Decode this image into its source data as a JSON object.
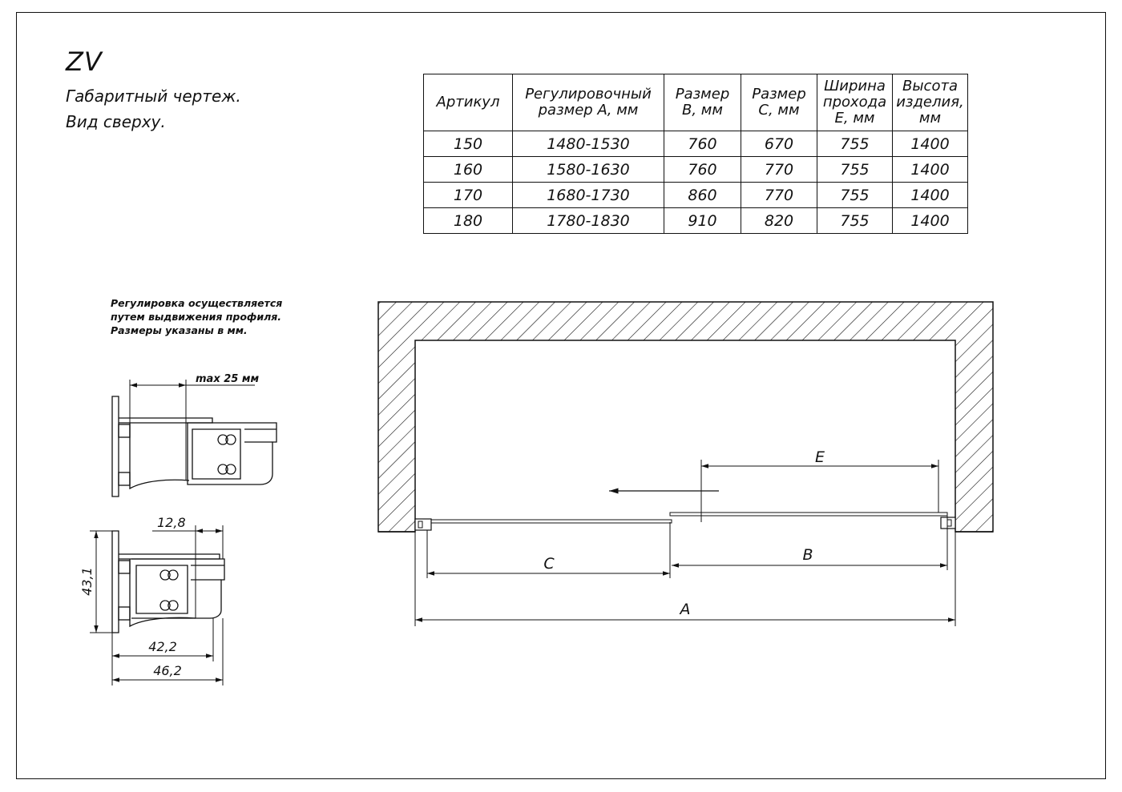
{
  "header": {
    "title": "ZV",
    "subtitle_line1": "Габаритный чертеж.",
    "subtitle_line2": "Вид сверху."
  },
  "table": {
    "headers": [
      [
        "Артикул"
      ],
      [
        "Регулировочный",
        "размер А, мм"
      ],
      [
        "Размер",
        "B, мм"
      ],
      [
        "Размер",
        "C, мм"
      ],
      [
        "Ширина",
        "прохода",
        "E, мм"
      ],
      [
        "Высота",
        "изделия,",
        "мм"
      ]
    ],
    "rows": [
      [
        "150",
        "1480-1530",
        "760",
        "670",
        "755",
        "1400"
      ],
      [
        "160",
        "1580-1630",
        "760",
        "770",
        "755",
        "1400"
      ],
      [
        "170",
        "1680-1730",
        "860",
        "770",
        "755",
        "1400"
      ],
      [
        "180",
        "1780-1830",
        "910",
        "820",
        "755",
        "1400"
      ]
    ]
  },
  "note": {
    "line1": "Регулировка осуществляется",
    "line2": "путем выдвижения профиля.",
    "line3": "Размеры указаны в мм."
  },
  "profile_dims": {
    "max": "max 25 мм",
    "d128": "12,8",
    "d431": "43,1",
    "d422": "42,2",
    "d462": "46,2"
  },
  "plan_dims": {
    "A": "A",
    "B": "B",
    "C": "C",
    "E": "E"
  }
}
